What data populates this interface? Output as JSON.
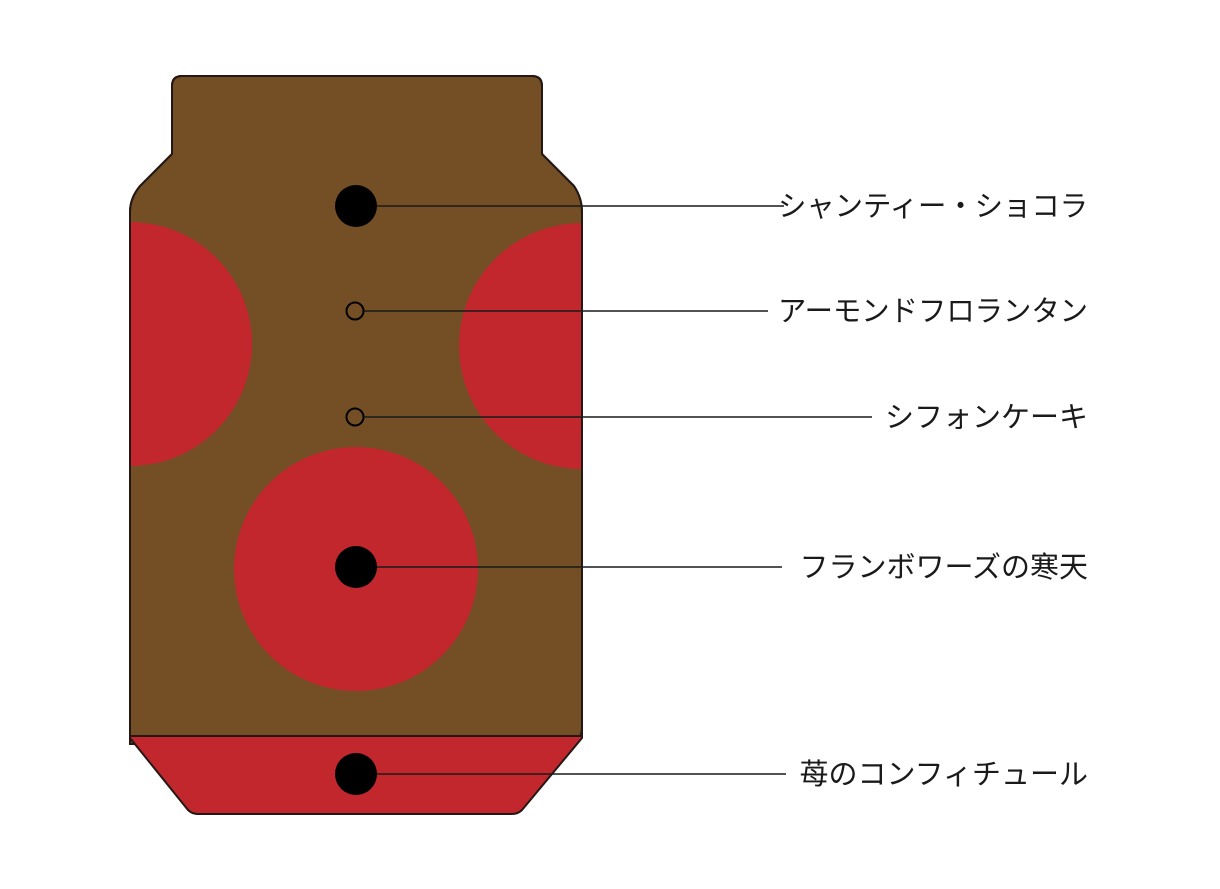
{
  "colors": {
    "chocolate": "#744E25",
    "raspberry": "#C1272D",
    "outline": "#231815",
    "marker": "#000000"
  },
  "layers": [
    {
      "label": "シャンティー・ショコラ",
      "marker": "filled"
    },
    {
      "label": "アーモンドフロランタン",
      "marker": "hollow"
    },
    {
      "label": "シフォンケーキ",
      "marker": "hollow"
    },
    {
      "label": "フランボワーズの寒天",
      "marker": "filled"
    },
    {
      "label": "苺のコンフィチュール",
      "marker": "filled"
    }
  ]
}
